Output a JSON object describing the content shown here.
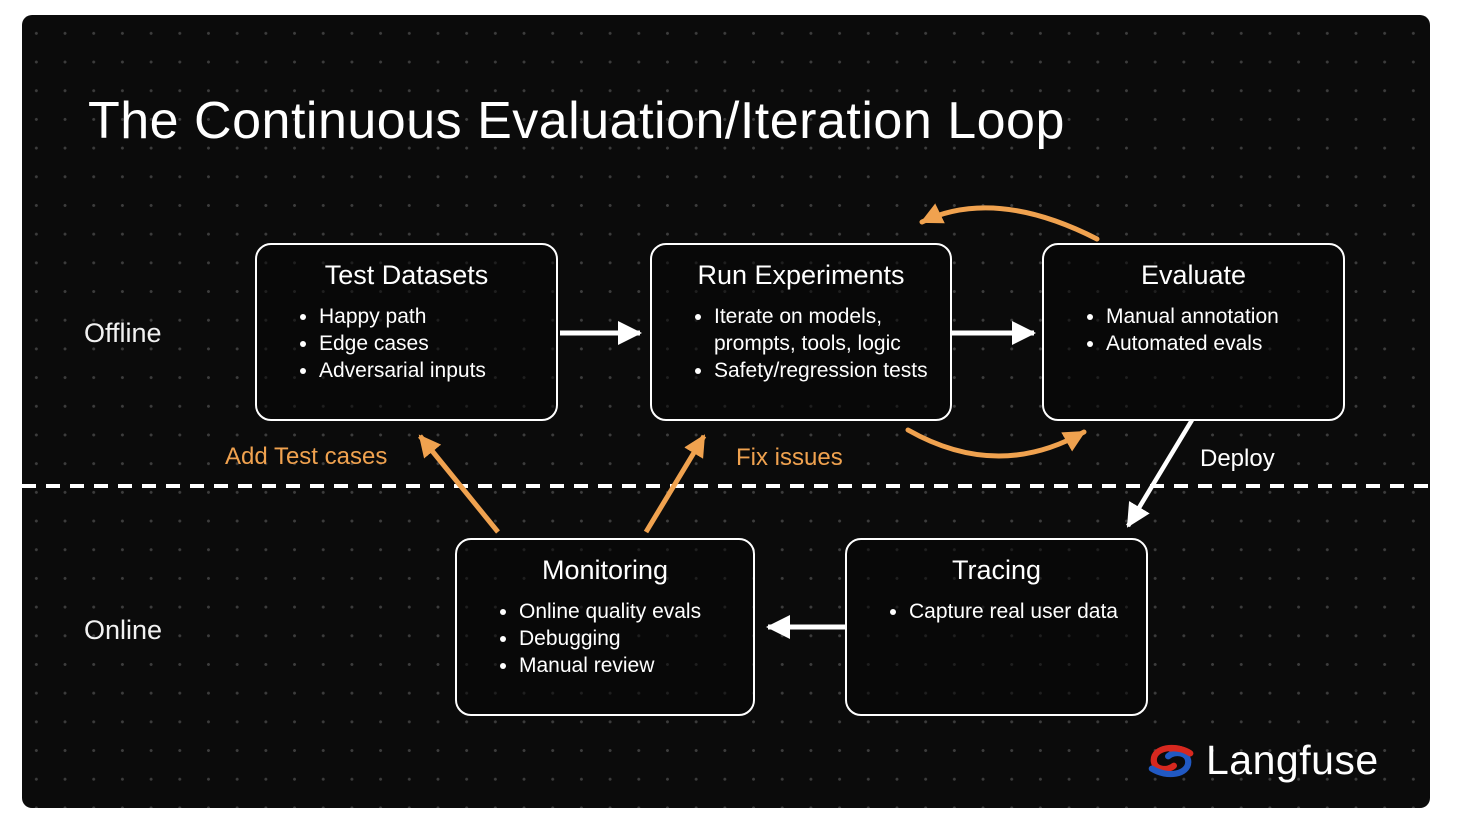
{
  "slide": {
    "title": "The Continuous Evaluation/Iteration Loop",
    "sections": {
      "offline": "Offline",
      "online": "Online"
    },
    "boxes": [
      {
        "id": "test-datasets",
        "title": "Test Datasets",
        "bullets": [
          "Happy path",
          "Edge cases",
          "Adversarial inputs"
        ]
      },
      {
        "id": "run-experiments",
        "title": "Run Experiments",
        "bullets": [
          "Iterate on models, prompts, tools, logic",
          "Safety/regression tests"
        ]
      },
      {
        "id": "evaluate",
        "title": "Evaluate",
        "bullets": [
          "Manual annotation",
          "Automated evals"
        ]
      },
      {
        "id": "monitoring",
        "title": "Monitoring",
        "bullets": [
          "Online quality evals",
          "Debugging",
          "Manual review"
        ]
      },
      {
        "id": "tracing",
        "title": "Tracing",
        "bullets": [
          "Capture real user data"
        ]
      }
    ],
    "arrow_labels": {
      "add_test_cases": "Add Test cases",
      "fix_issues": "Fix issues",
      "deploy": "Deploy"
    },
    "brand": {
      "name": "Langfuse"
    },
    "colors": {
      "accent_orange": "#F0A24F",
      "slide_background": "#0B0B0B",
      "box_border": "#FFFFFF",
      "brand_red": "#D7281F",
      "brand_blue": "#2159C3"
    }
  }
}
